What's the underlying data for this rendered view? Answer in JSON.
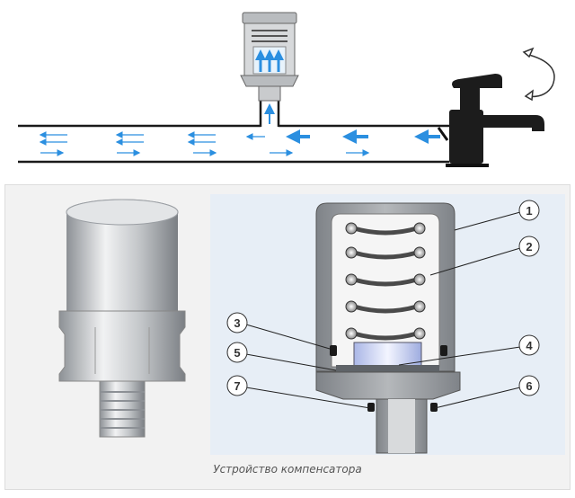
{
  "caption": "Устройство компенсатора",
  "callouts": [
    "1",
    "2",
    "3",
    "4",
    "5",
    "6",
    "7"
  ],
  "icons": {
    "faucet": "faucet-icon",
    "turn_arrow": "rotation-arrow-icon",
    "flow_arrows": "flow-arrow-icon"
  },
  "colors": {
    "pipe": "#1a1a1a",
    "flow": "#2b8fe0",
    "spring": "#4a4a4a",
    "body": "#9a9ea3",
    "panel_bg": "#f2f2f2"
  }
}
